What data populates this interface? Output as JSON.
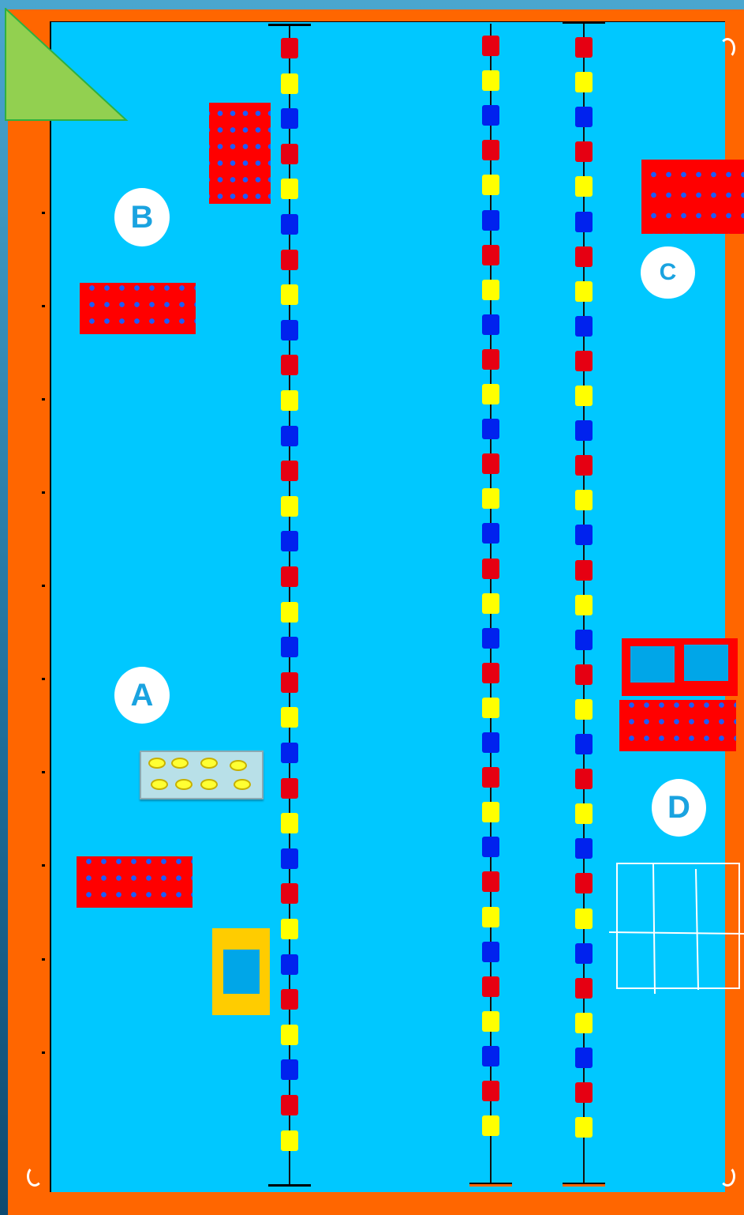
{
  "diagram": {
    "labels": {
      "a": "A",
      "b": "B",
      "c": "C",
      "d": "D"
    },
    "colors": {
      "deck": "#ff6600",
      "water": "#00c8ff",
      "float_red": "#e60012",
      "float_yellow": "#ffff00",
      "float_blue": "#0022ee",
      "mat": "#ff0000",
      "mat_dots": "#1a5cff",
      "marker_triangle": "#92d050",
      "label_bg": "#ffffff",
      "label_text": "#1aa3e0"
    },
    "lane_ropes": [
      {
        "id": "rope-1",
        "float_pattern": [
          "red",
          "yellow",
          "blue"
        ]
      },
      {
        "id": "rope-2",
        "float_pattern": [
          "red",
          "yellow",
          "blue"
        ]
      },
      {
        "id": "rope-3",
        "float_pattern": [
          "red",
          "yellow",
          "blue"
        ]
      }
    ]
  }
}
